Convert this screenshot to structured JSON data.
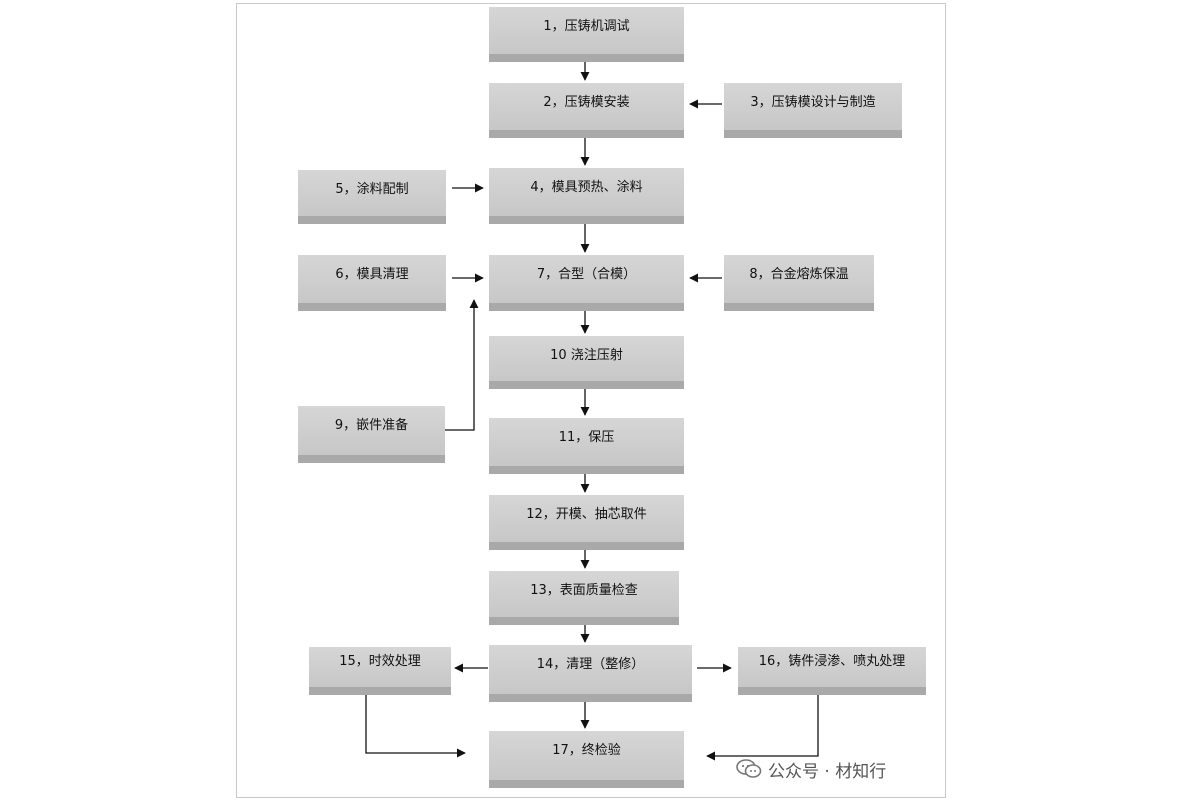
{
  "steps": {
    "s1": "1，压铸机调试",
    "s2": "2，压铸模安装",
    "s3": "3，压铸模设计与制造",
    "s4": "4，模具预热、涂料",
    "s5": "5，涂料配制",
    "s6": "6，模具清理",
    "s7": "7，合型（合模）",
    "s8": "8，合金熔炼保温",
    "s9": "9，嵌件准备",
    "s10": "10 浇注压射",
    "s11": "11，保压",
    "s12": "12，开模、抽芯取件",
    "s13": "13，表面质量检查",
    "s14": "14，清理（整修）",
    "s15": "15，时效处理",
    "s16": "16，铸件浸渗、喷丸处理",
    "s17": "17，终检验"
  },
  "watermark": {
    "icon": "wechat-icon",
    "text": "公众号 · 材知行"
  }
}
